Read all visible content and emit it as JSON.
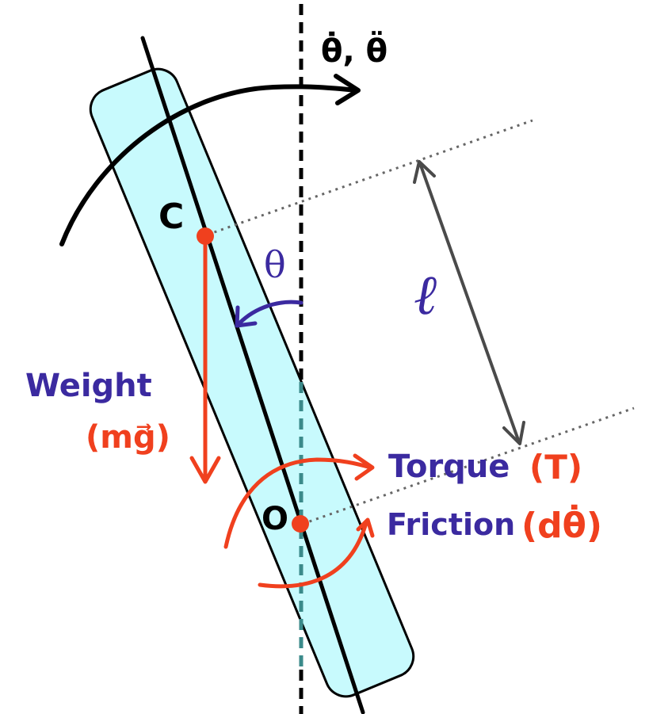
{
  "colors": {
    "rod_fill": "#c8fafd",
    "ink": "#000000",
    "purple": "#3b2aa0",
    "red": "#f0401e",
    "grey": "#4a4a4a",
    "dotted": "#666666",
    "teal_dash": "#3b8a8a"
  },
  "labels": {
    "theta_dots": "θ̇, θ̈",
    "point_c": "C",
    "point_o": "O",
    "theta": "θ",
    "length": "ℓ",
    "weight": "Weight",
    "weight_formula": "(mg⃗)",
    "torque_word": "Torque",
    "torque_symbol": "(T)",
    "friction_word": "Friction",
    "friction_symbol": "(dθ̇)"
  }
}
